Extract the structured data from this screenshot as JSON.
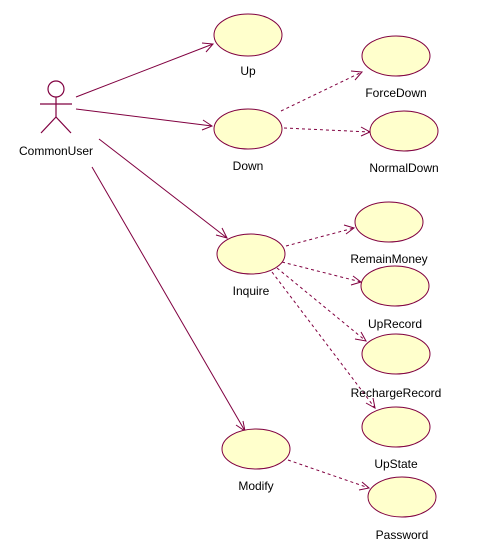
{
  "actor": {
    "name": "CommonUser"
  },
  "use_cases": {
    "up": "Up",
    "down": "Down",
    "force_down": "ForceDown",
    "normal_down": "NormalDown",
    "inquire": "Inquire",
    "remain_money": "RemainMoney",
    "up_record": "UpRecord",
    "recharge_record": "RechargeRecord",
    "up_state": "UpState",
    "modify": "Modify",
    "password": "Password"
  },
  "colors": {
    "line": "#800040",
    "use_case_fill": "#ffffcc",
    "text": "#000000",
    "background": "#ffffff"
  }
}
